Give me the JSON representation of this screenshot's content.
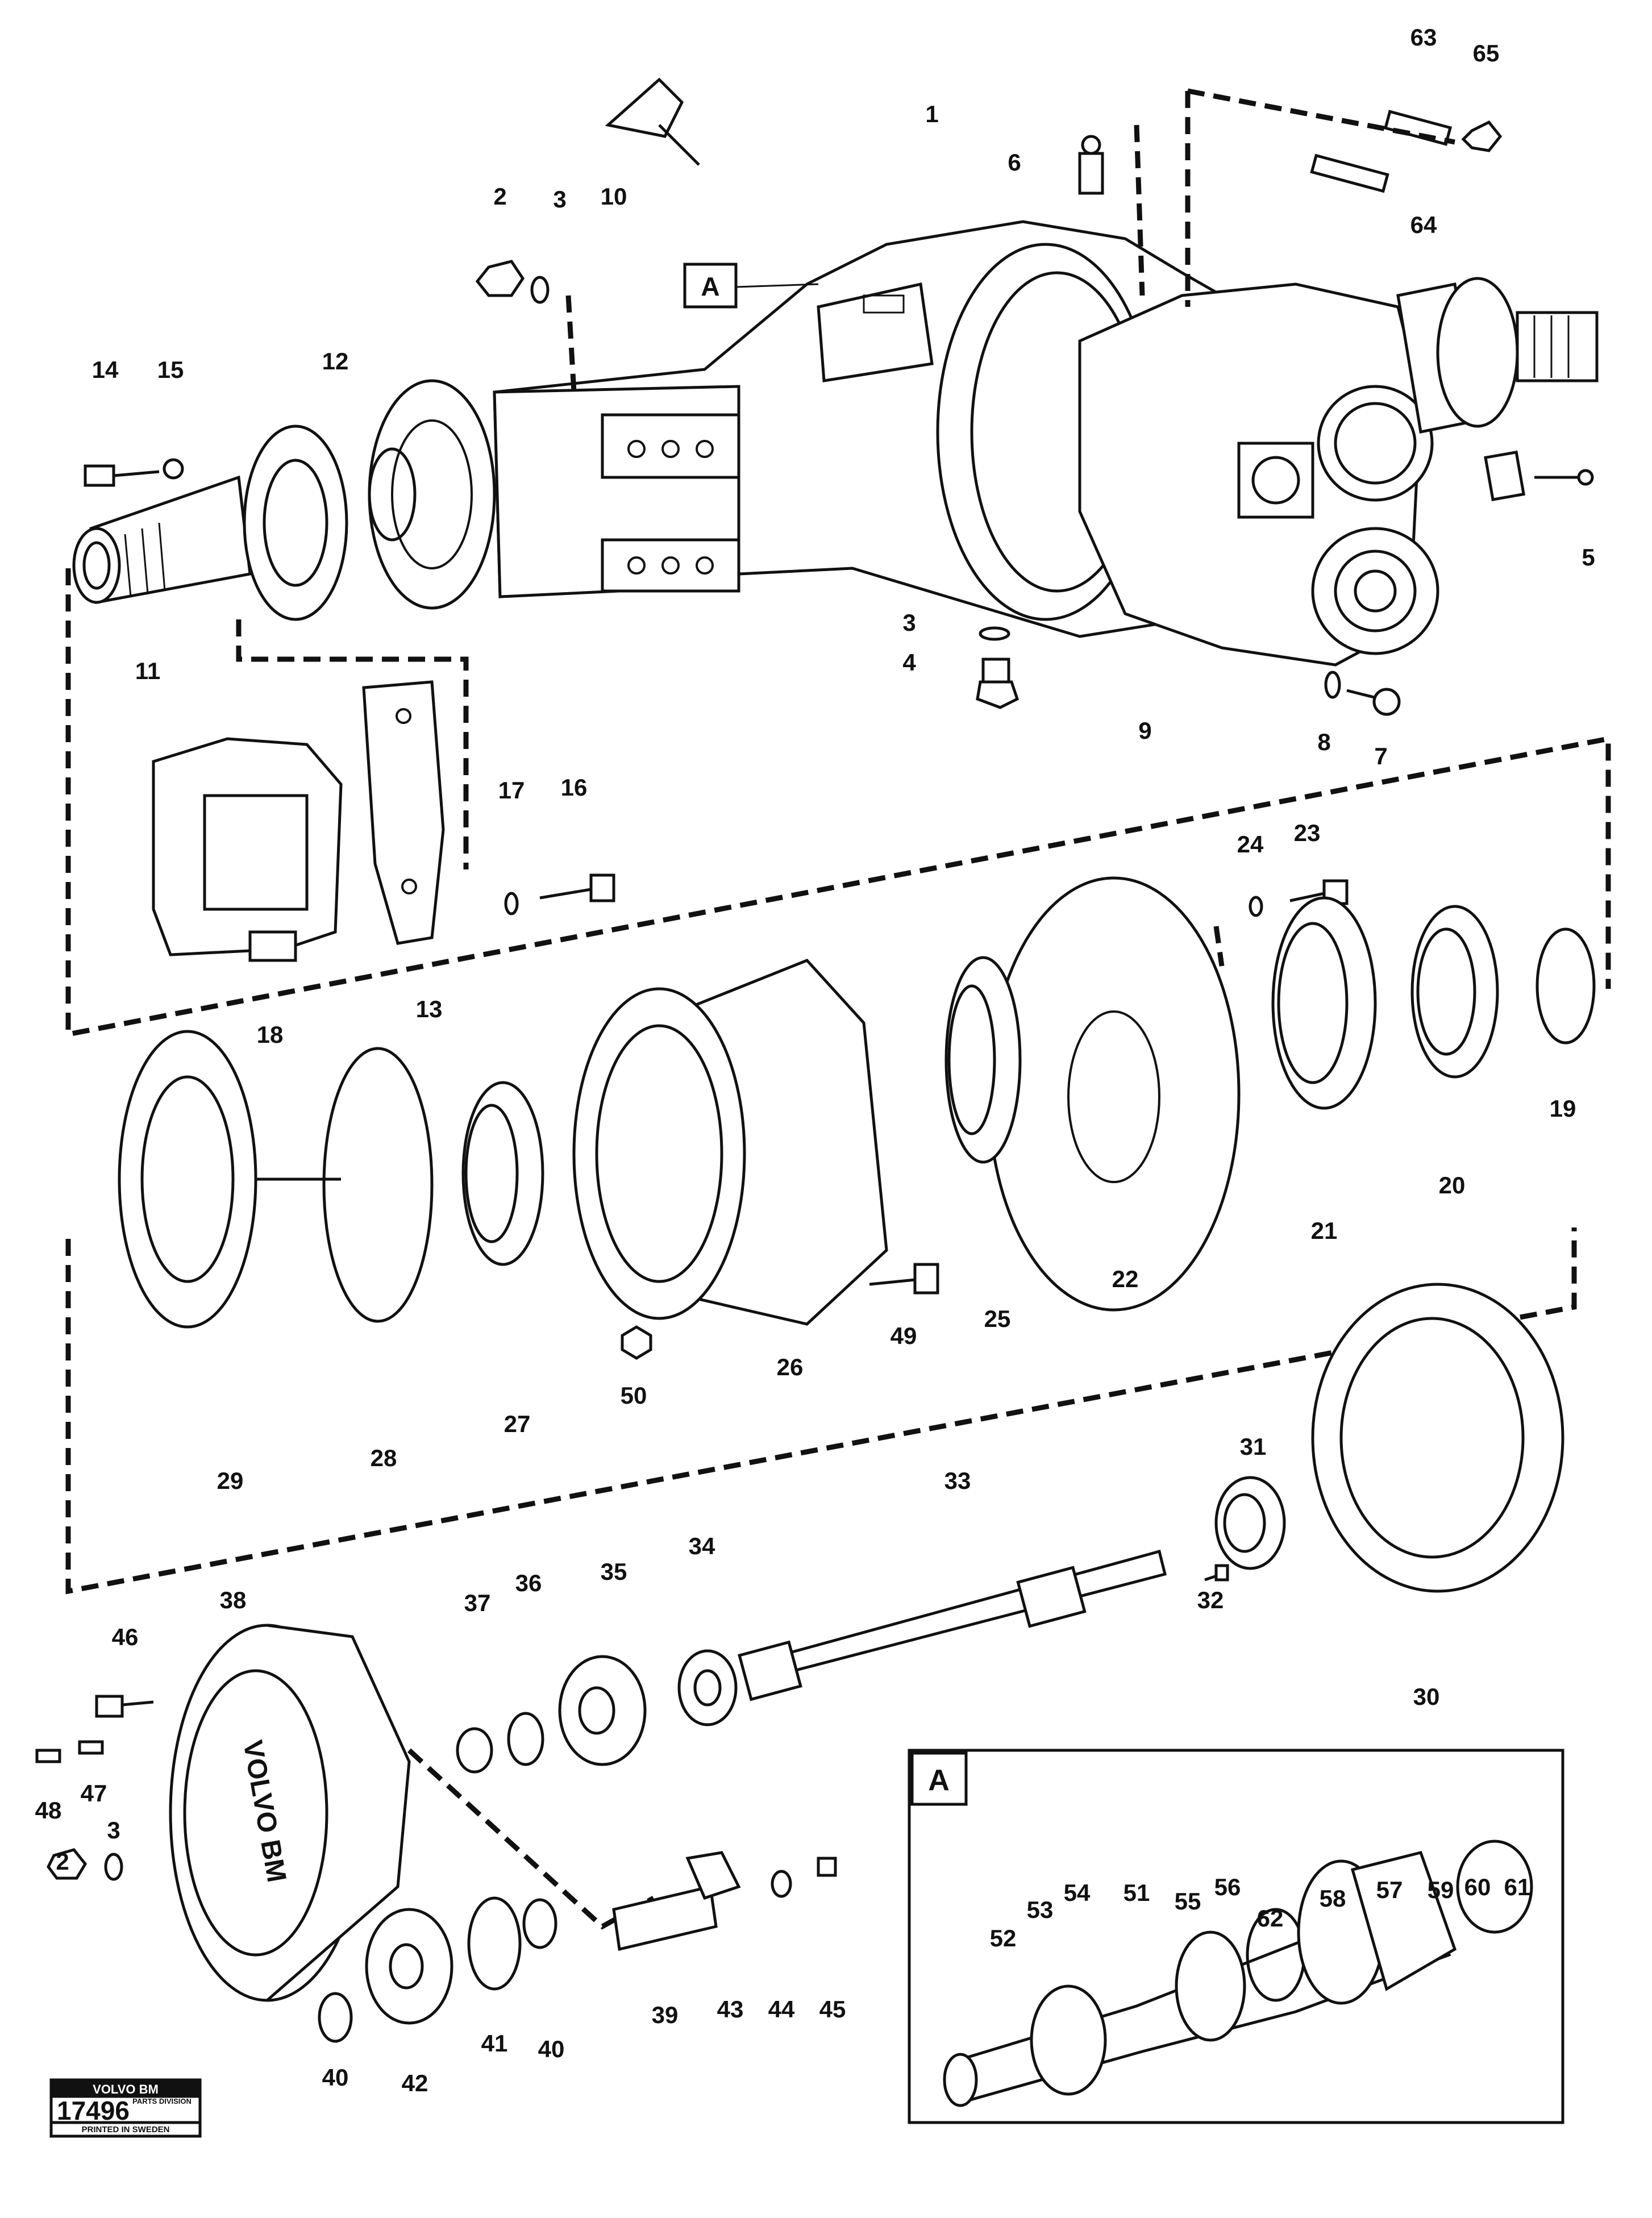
{
  "detail_box": {
    "marker": "A",
    "callout_marker": "A"
  },
  "stamp": {
    "brand": "VOLVO BM",
    "division": "PARTS DIVISION",
    "number": "17496",
    "footer": "PRINTED IN SWEDEN"
  },
  "hub_cap_lettering": "VOLVO BM",
  "part_labels": [
    "1",
    "2",
    "3",
    "10",
    "6",
    "63",
    "65",
    "64",
    "14",
    "15",
    "12",
    "11",
    "5",
    "3",
    "4",
    "9",
    "8",
    "7",
    "17",
    "16",
    "24",
    "23",
    "18",
    "13",
    "19",
    "20",
    "21",
    "22",
    "25",
    "26",
    "49",
    "50",
    "27",
    "28",
    "29",
    "31",
    "30",
    "33",
    "32",
    "34",
    "35",
    "36",
    "37",
    "38",
    "46",
    "47",
    "48",
    "3",
    "2",
    "40",
    "42",
    "41",
    "40",
    "39",
    "43",
    "44",
    "45",
    "52",
    "53",
    "54",
    "51",
    "55",
    "56",
    "62",
    "58",
    "57",
    "59",
    "60",
    "61"
  ]
}
